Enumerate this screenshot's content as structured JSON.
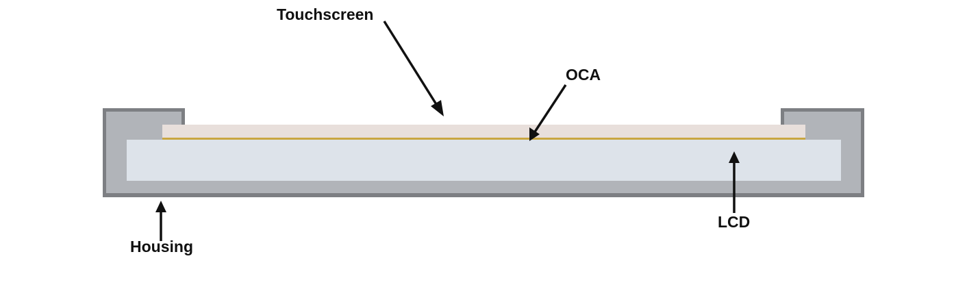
{
  "diagram": {
    "labels": {
      "touchscreen": "Touchscreen",
      "oca": "OCA",
      "lcd": "LCD",
      "housing": "Housing"
    },
    "colors": {
      "housing_outline": "#7d7f83",
      "housing_fill": "#b1b4b9",
      "lcd_fill": "#dde3ea",
      "touchscreen_fill": "#e8dfdb",
      "oca_fill": "#c9a640",
      "arrow": "#111111",
      "text": "#111111"
    }
  }
}
